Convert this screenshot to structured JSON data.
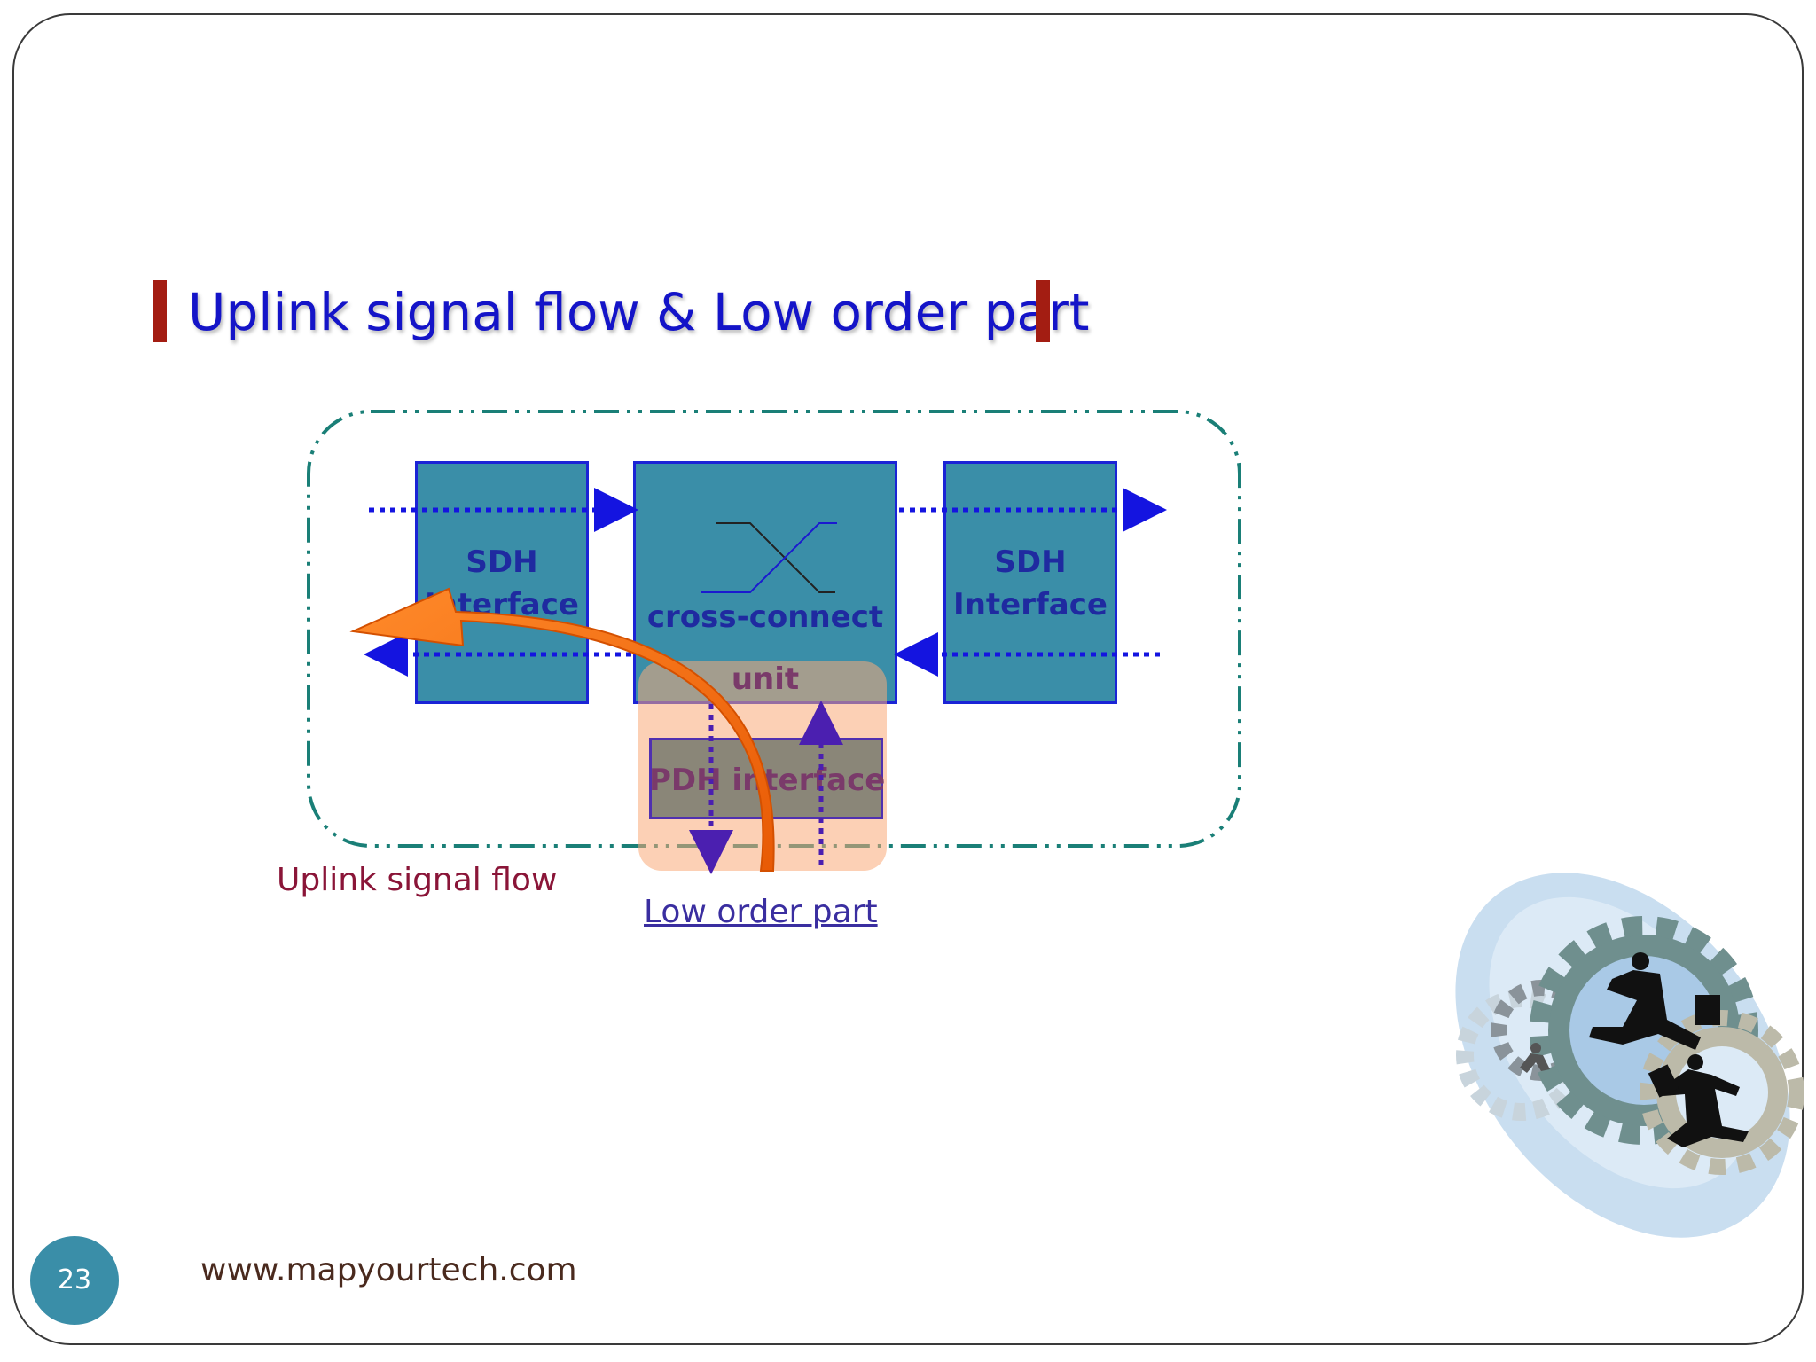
{
  "slide": {
    "title": "Uplink signal flow & Low order part",
    "page_number": "23",
    "website": "www.mapyourtech.com"
  },
  "diagram": {
    "left_box": {
      "line1": "SDH",
      "line2": "Interface"
    },
    "center_box": {
      "line1": "cross-connect",
      "line2": "unit"
    },
    "right_box": {
      "line1": "SDH",
      "line2": "Interface"
    },
    "pdh_box": {
      "label": "PDH interface"
    },
    "uplink_label": "Uplink signal flow",
    "low_order_label": "Low order part"
  },
  "colors": {
    "box_fill": "#3a8ea8",
    "box_border": "#1b24d6",
    "flow_arrow": "#1414e0",
    "uplink_arrow": "#f26a10",
    "low_order_highlight": "#fbc9a6",
    "container_border": "#1a7f77",
    "title_text": "#1414c8",
    "title_bars": "#a31d12"
  },
  "icons": [
    "gears-businessmen-clipart"
  ]
}
